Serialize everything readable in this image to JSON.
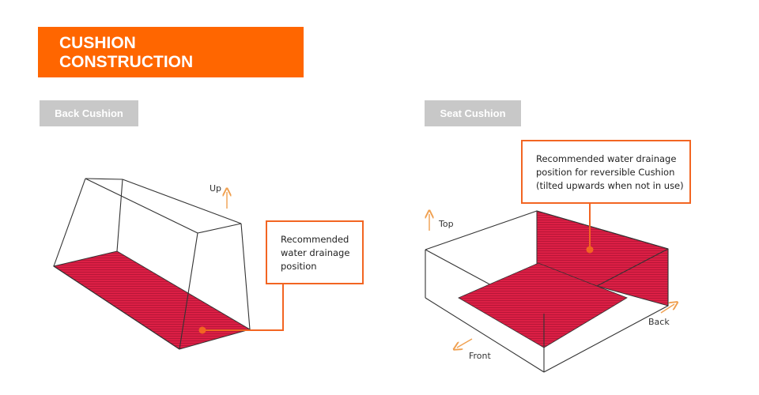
{
  "header": {
    "title_line1": "CUSHION",
    "title_line2": "CONSTRUCTION",
    "banner_color": "#ff6600"
  },
  "back_cushion": {
    "tab_label": "Back Cushion",
    "direction_label": "Up",
    "callout": {
      "line1": "Recommended",
      "line2": "water drainage",
      "line3": "position"
    }
  },
  "seat_cushion": {
    "tab_label": "Seat Cushion",
    "direction_labels": {
      "top": "Top",
      "back": "Back",
      "front": "Front"
    },
    "callout": {
      "line1": "Recommended water drainage",
      "line2": "position for reversible Cushion",
      "line3": "(tilted upwards when not in use)"
    }
  },
  "colors": {
    "drainage_fill": "#dc1f45",
    "callout_border": "#f26522",
    "arrow": "#f0a050",
    "tab_background": "#c8c8c8"
  }
}
